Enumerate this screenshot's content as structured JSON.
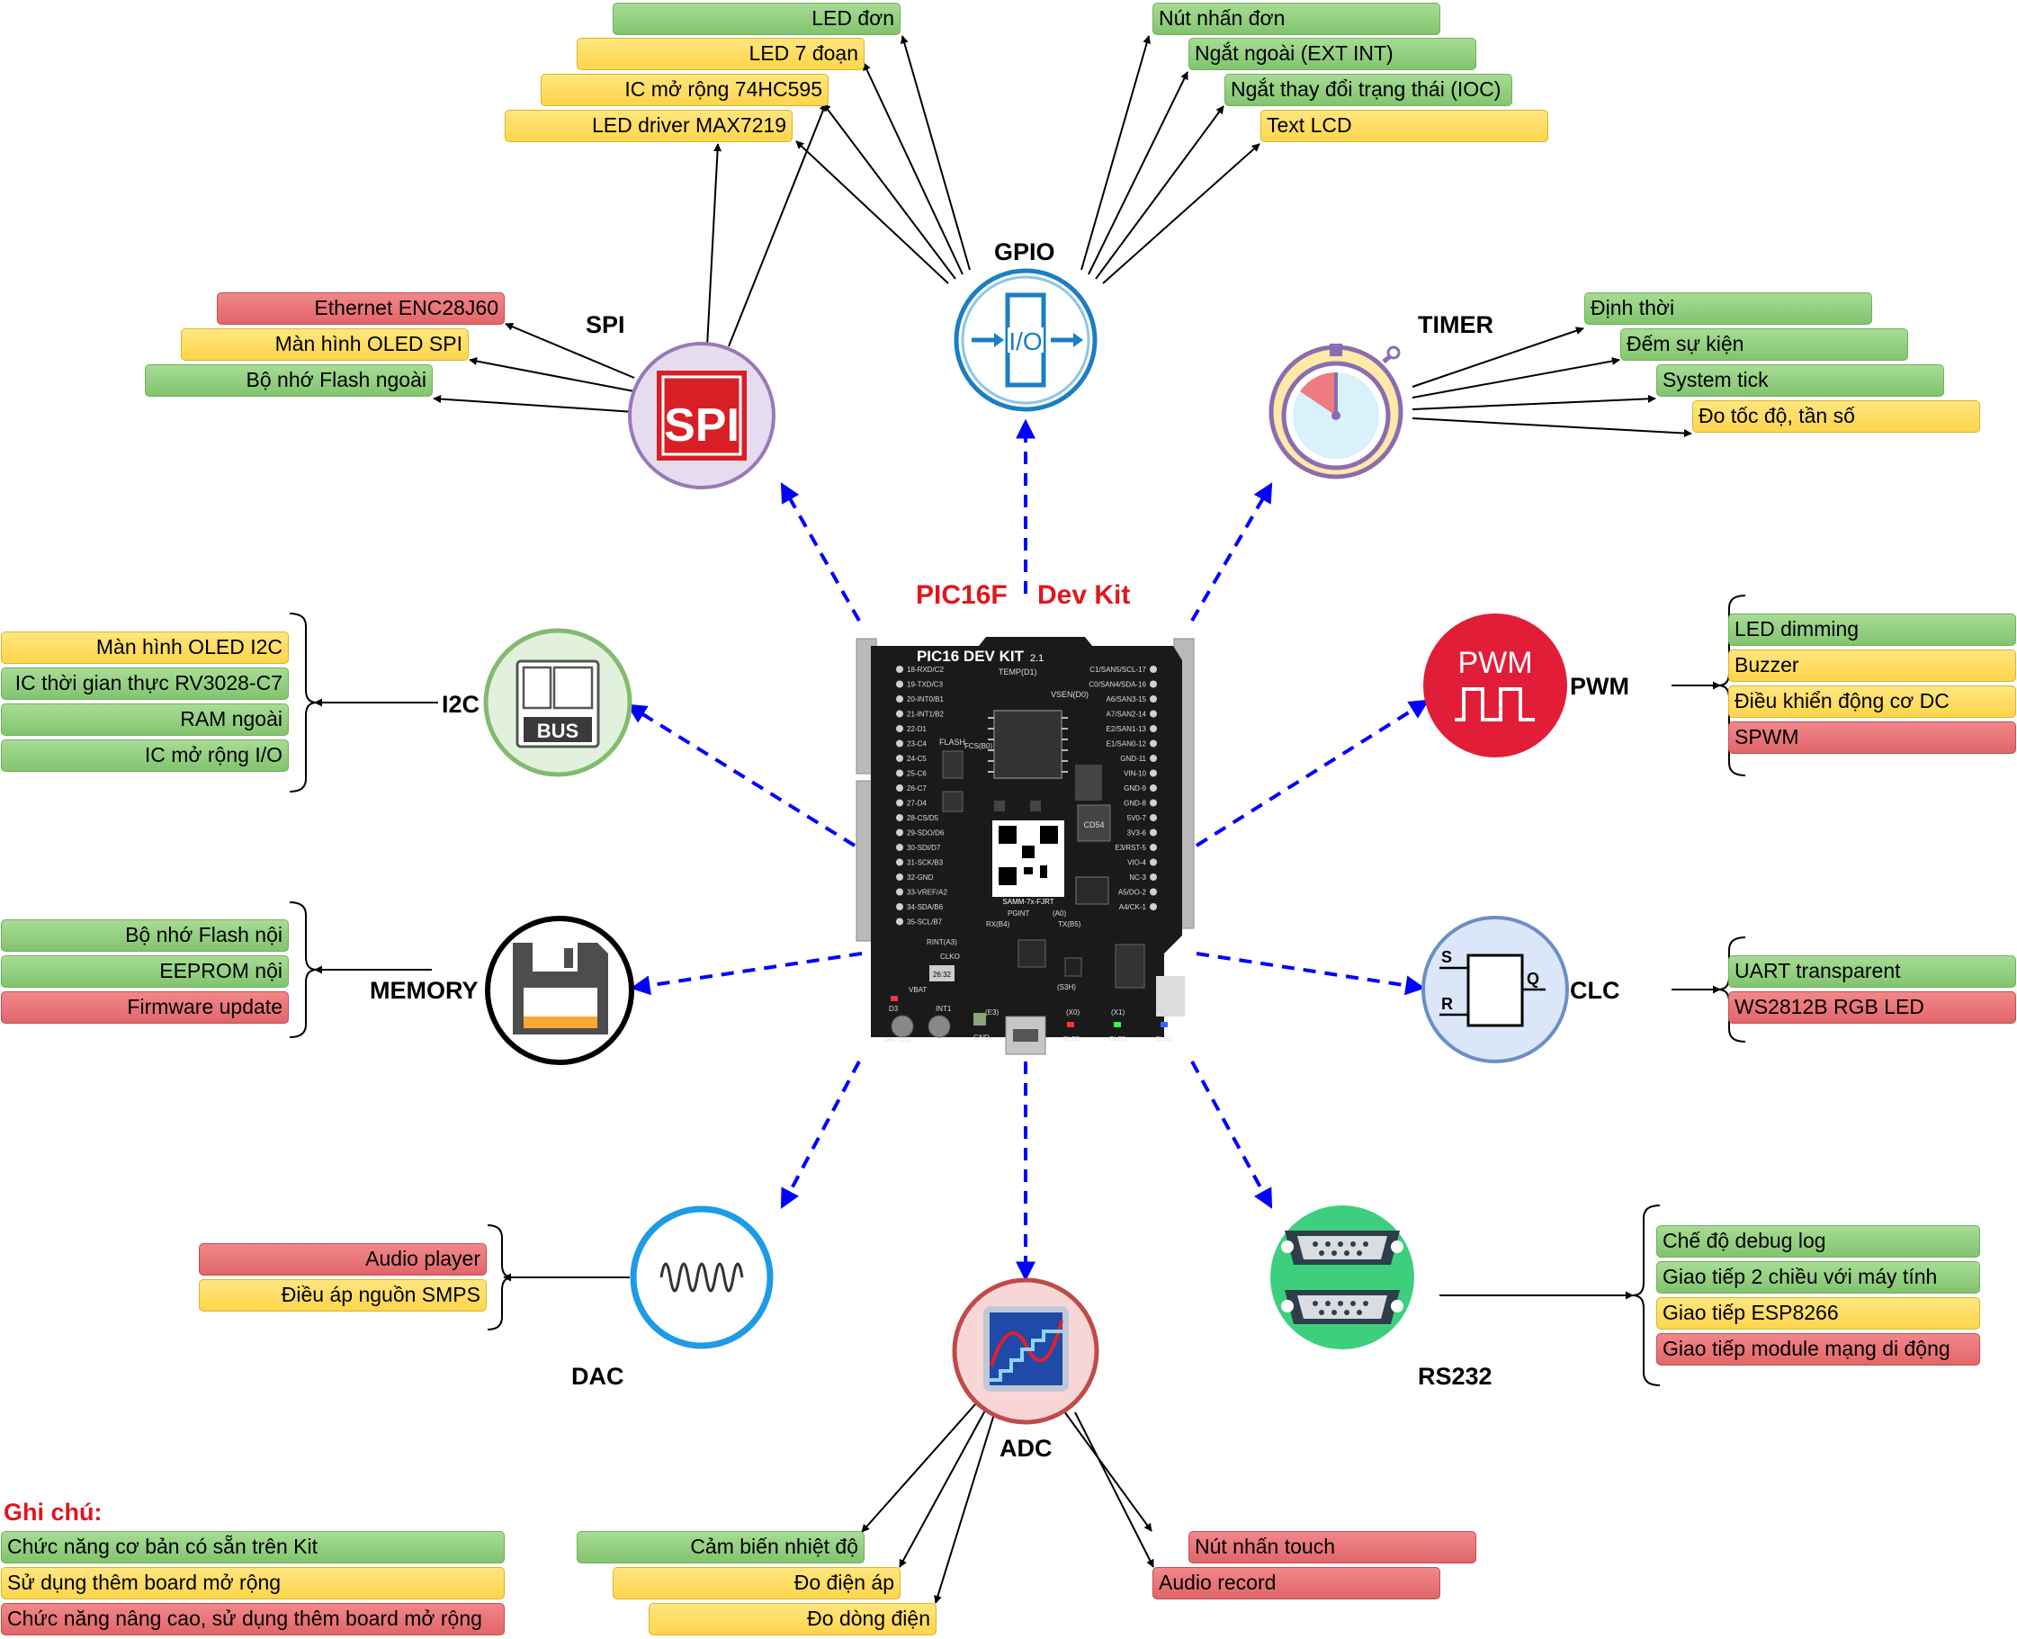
{
  "title": {
    "part1": "PIC16F",
    "part2": "Dev Kit"
  },
  "board": {
    "name": "PIC16 DEV KIT",
    "version": "2.1",
    "temp_label": "TEMP(D1)",
    "vsen_label": "VSEN(D0)",
    "flash_label": "FLASH",
    "fcs_label": "FCS(B0)",
    "qr_label": "SAMM-7x-FJRT",
    "cd_label": "CD54",
    "pgint_label": "PGINT",
    "a0_label": "(A0)",
    "rx_label": "RX(B4)",
    "tx_label": "TX(B5)",
    "rint_label": "RINT(A3)",
    "clko_label": "CLKO",
    "time_label": "26:32",
    "vbat_label": "VBAT",
    "int1_label": "INT1",
    "d3_label": "D3",
    "e3_label": "(E3)",
    "s3h_label": "(S3H)",
    "x0_label": "(X0)",
    "x1_label": "(X1)",
    "gnd_label": "GND",
    "bottom_labels": [
      "DB1 (D3)",
      "RLED",
      "OLED",
      "BLED"
    ],
    "left_pins": [
      "18-RXD/C2",
      "19-TXD/C3",
      "20-INT0/B1",
      "21-INT1/B2",
      "22-D1",
      "23-C4",
      "24-C5",
      "25-C6",
      "26-C7",
      "27-D4",
      "28-CS/D5",
      "29-SDO/D6",
      "30-SDI/D7",
      "31-SCK/B3",
      "32-GND",
      "33-VREF/A2",
      "34-SDA/B6",
      "35-SCL/B7"
    ],
    "right_pins": [
      "C1/SAN5/SCL-17",
      "C0/SAN4/SDA-16",
      "A6/SAN3-15",
      "A7/SAN2-14",
      "E2/SAN1-13",
      "E1/SAN0-12",
      "GND-11",
      "VIN-10",
      "GND-9",
      "GND-8",
      "5V0-7",
      "3V3-6",
      "E3/RST-5",
      "VIO-4",
      "NC-3",
      "A5/DO-2",
      "A4/CK-1"
    ]
  },
  "modules": {
    "gpio": "GPIO",
    "spi": "SPI",
    "timer": "TIMER",
    "i2c": "I2C",
    "pwm": "PWM",
    "memory": "MEMORY",
    "clc": "CLC",
    "dac": "DAC",
    "adc": "ADC",
    "rs232": "RS232"
  },
  "icons": {
    "spi_text": "SPI",
    "io_text": "I/O",
    "i2c_text": "BUS",
    "pwm_text": "PWM",
    "clc_s": "S",
    "clc_r": "R",
    "clc_q": "Q"
  },
  "gpio_left": [
    {
      "text": "LED đơn",
      "color": "green"
    },
    {
      "text": "LED 7 đoạn",
      "color": "yellow"
    },
    {
      "text": "IC mở rộng 74HC595",
      "color": "yellow"
    },
    {
      "text": "LED driver MAX7219",
      "color": "yellow"
    }
  ],
  "gpio_right": [
    {
      "text": "Nút nhấn đơn",
      "color": "green"
    },
    {
      "text": "Ngắt ngoài (EXT INT)",
      "color": "green"
    },
    {
      "text": "Ngắt thay đổi trạng thái (IOC)",
      "color": "green"
    },
    {
      "text": "Text LCD",
      "color": "yellow"
    }
  ],
  "spi_items": [
    {
      "text": "Ethernet ENC28J60",
      "color": "red"
    },
    {
      "text": "Màn hình OLED SPI",
      "color": "yellow"
    },
    {
      "text": "Bộ nhớ Flash ngoài",
      "color": "green"
    }
  ],
  "timer_items": [
    {
      "text": "Định thời",
      "color": "green"
    },
    {
      "text": "Đếm sự kiện",
      "color": "green"
    },
    {
      "text": "System tick",
      "color": "green"
    },
    {
      "text": "Đo tốc độ, tần số",
      "color": "yellow"
    }
  ],
  "i2c_items": [
    {
      "text": "Màn hình OLED I2C",
      "color": "yellow"
    },
    {
      "text": "IC thời gian thực RV3028-C7",
      "color": "green"
    },
    {
      "text": "RAM ngoài",
      "color": "green"
    },
    {
      "text": "IC mở rộng I/O",
      "color": "green"
    }
  ],
  "pwm_items": [
    {
      "text": "LED dimming",
      "color": "green"
    },
    {
      "text": "Buzzer",
      "color": "yellow"
    },
    {
      "text": "Điều khiển động cơ DC",
      "color": "yellow"
    },
    {
      "text": "SPWM",
      "color": "red"
    }
  ],
  "memory_items": [
    {
      "text": "Bộ nhớ Flash nội",
      "color": "green"
    },
    {
      "text": "EEPROM nội",
      "color": "green"
    },
    {
      "text": "Firmware update",
      "color": "red"
    }
  ],
  "clc_items": [
    {
      "text": "UART transparent",
      "color": "green"
    },
    {
      "text": "WS2812B RGB LED",
      "color": "red"
    }
  ],
  "dac_items": [
    {
      "text": "Audio player",
      "color": "red"
    },
    {
      "text": "Điều áp nguồn SMPS",
      "color": "yellow"
    }
  ],
  "rs232_items": [
    {
      "text": "Chế độ debug log",
      "color": "green"
    },
    {
      "text": "Giao tiếp 2 chiều với máy tính",
      "color": "green"
    },
    {
      "text": "Giao tiếp ESP8266",
      "color": "yellow"
    },
    {
      "text": "Giao tiếp module mạng di động",
      "color": "red"
    }
  ],
  "adc_left": [
    {
      "text": "Cảm biến nhiệt độ",
      "color": "green"
    },
    {
      "text": "Đo điện áp",
      "color": "yellow"
    },
    {
      "text": "Đo dòng điện",
      "color": "yellow"
    }
  ],
  "adc_right": [
    {
      "text": "Nút nhấn touch",
      "color": "red"
    },
    {
      "text": "Audio record",
      "color": "red"
    }
  ],
  "legend": {
    "title": "Ghi chú:",
    "items": [
      {
        "text": "Chức năng cơ bản có sẵn trên Kit",
        "color": "green"
      },
      {
        "text": "Sử dụng thêm board mở rộng",
        "color": "yellow"
      },
      {
        "text": "Chức năng nâng cao, sử dụng thêm board mở rộng",
        "color": "red"
      }
    ]
  }
}
